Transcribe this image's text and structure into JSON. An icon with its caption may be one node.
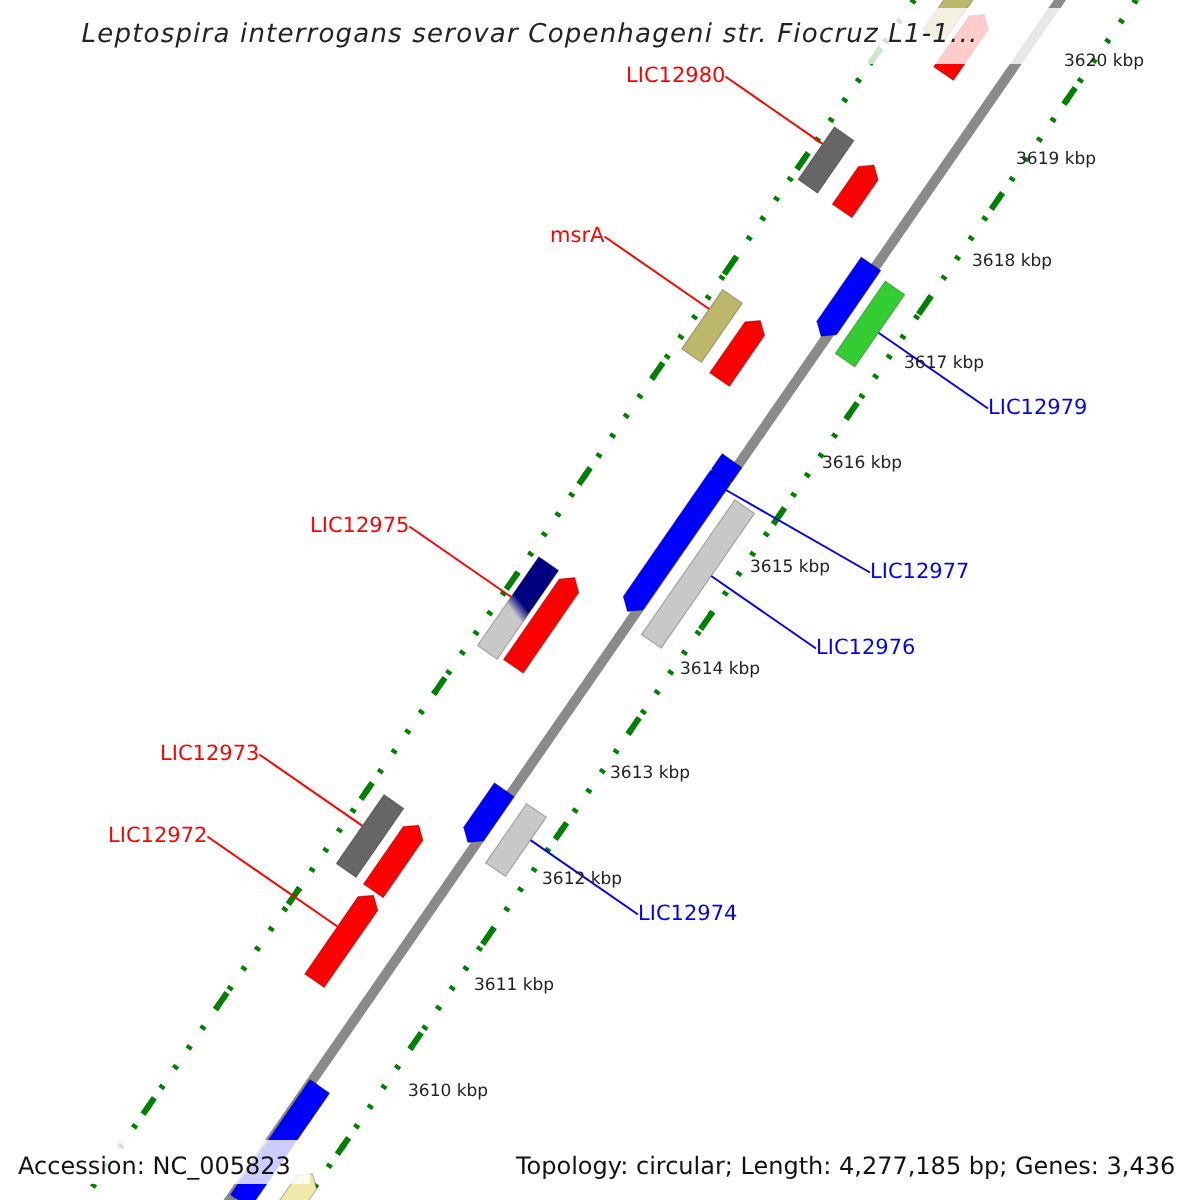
{
  "diagram": {
    "title": "Leptospira interrogans serovar Copenhageni str. Fiocruz L1-1...",
    "nodes": [
      {
        "text": [],
        "shape": "bar"
      },
      {
        "text": [],
        "shape": "pentagon"
      },
      {
        "text": [
          "LIC12980"
        ]
      },
      {
        "text": [],
        "shape": "bar"
      },
      {
        "text": [],
        "shape": "pentagon"
      },
      {
        "text": [
          "msrA"
        ]
      },
      {
        "text": [],
        "shape": "bar"
      },
      {
        "text": [],
        "shape": "pentagon"
      },
      {
        "text": [],
        "shape": "bar"
      },
      {
        "text": [],
        "shape": "pentagon"
      },
      {
        "text": [
          "LIC12979"
        ]
      },
      {
        "text": [],
        "shape": "pentagon"
      },
      {
        "text": [
          "LIC12975"
        ]
      },
      {
        "text": [],
        "shape": "bar"
      },
      {
        "text": [],
        "shape": "pentagon"
      },
      {
        "text": [],
        "shape": "pentagon"
      },
      {
        "text": [],
        "shape": "bar"
      },
      {
        "text": [
          "LIC12977"
        ]
      },
      {
        "text": [
          "LIC12976"
        ]
      },
      {
        "text": [
          "LIC12973"
        ]
      },
      {
        "text": [],
        "shape": "bar"
      },
      {
        "text": [],
        "shape": "pentagon"
      },
      {
        "text": [],
        "shape": "pentagon"
      },
      {
        "text": [],
        "shape": "bar"
      },
      {
        "text": [
          "LIC12972"
        ]
      },
      {
        "text": [],
        "shape": "pentagon"
      },
      {
        "text": [
          "LIC12974"
        ]
      },
      {
        "text": [],
        "shape": "bar"
      },
      {
        "text": [],
        "shape": "pentagon"
      }
    ],
    "edges": [
      {
        "from": 2,
        "to": 3,
        "arrow": "none"
      },
      {
        "from": 5,
        "to": 6,
        "arrow": "none"
      },
      {
        "from": 10,
        "to": 8,
        "arrow": "none",
        "color": "#0000ff"
      },
      {
        "from": 12,
        "to": 13,
        "arrow": "none"
      },
      {
        "from": 17,
        "to": 15,
        "arrow": "none",
        "color": "#0000ff"
      },
      {
        "from": 18,
        "to": 16,
        "arrow": "none",
        "color": "#0000ff"
      },
      {
        "from": 19,
        "to": 20,
        "arrow": "none"
      },
      {
        "from": 24,
        "to": 25,
        "arrow": "none"
      },
      {
        "from": 26,
        "to": 23,
        "arrow": "none",
        "color": "#0000ff"
      }
    ],
    "labels": [
      "3620 kbp",
      "3619 kbp",
      "3618 kbp",
      "3617 kbp",
      "3616 kbp",
      "3615 kbp",
      "3614 kbp",
      "3613 kbp",
      "3612 kbp",
      "3611 kbp",
      "3610 kbp",
      "Accession: NC_005823",
      "Topology: circular; Length: 4,277,185 bp; Genes: 3,436"
    ]
  }
}
